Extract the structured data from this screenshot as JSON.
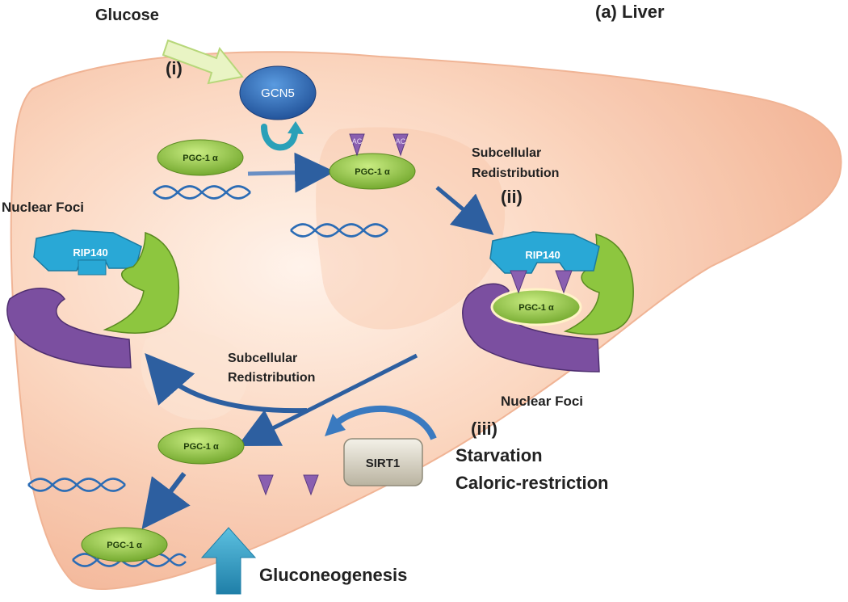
{
  "figure": {
    "title": "(a) Liver",
    "glucose": "Glucose",
    "step_i": "(i)",
    "step_ii": "(ii)",
    "step_iii": "(iii)",
    "gcn5": "GCN5",
    "sirt1": "SIRT1",
    "pgc1a": "PGC-1 α",
    "rip140": "RIP140",
    "acetyl": "AC",
    "nuclear_foci": "Nuclear Foci",
    "subcellular_line1": "Subcellular",
    "subcellular_line2": "Redistribution",
    "starvation": "Starvation",
    "caloric_restriction": "Caloric-restriction",
    "gluconeogenesis": "Gluconeogenesis"
  },
  "colors": {
    "liver": "#f7c7a8",
    "pgc1a": "#8dc63f",
    "rip140": "#29a8d6",
    "purple_protein": "#7b4fa0",
    "green_protein": "#8dc63f",
    "gcn5": "#2f6fb8",
    "sirt1": "#d9d4c4",
    "dna": "#2b6cb5",
    "arrow": "#2d5fa0",
    "acetyl": "#8a5fb0",
    "glucose_arrow": "#e6f2c0",
    "gluconeo_arrow": "#3aa7c9"
  }
}
